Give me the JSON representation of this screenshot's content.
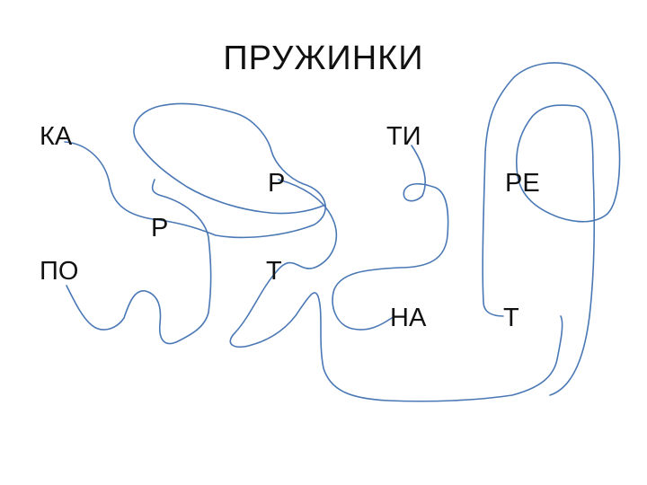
{
  "title": "ПРУЖИНКИ",
  "syllables": {
    "ka": "КА",
    "ti": "ТИ",
    "r1": "Р",
    "re": "РЕ",
    "r2": "Р",
    "po": "ПО",
    "t1": "Т",
    "na": "НА",
    "t2": "Т"
  },
  "colors": {
    "line": "#4a78b5",
    "text": "#111111",
    "background": "#ffffff"
  }
}
